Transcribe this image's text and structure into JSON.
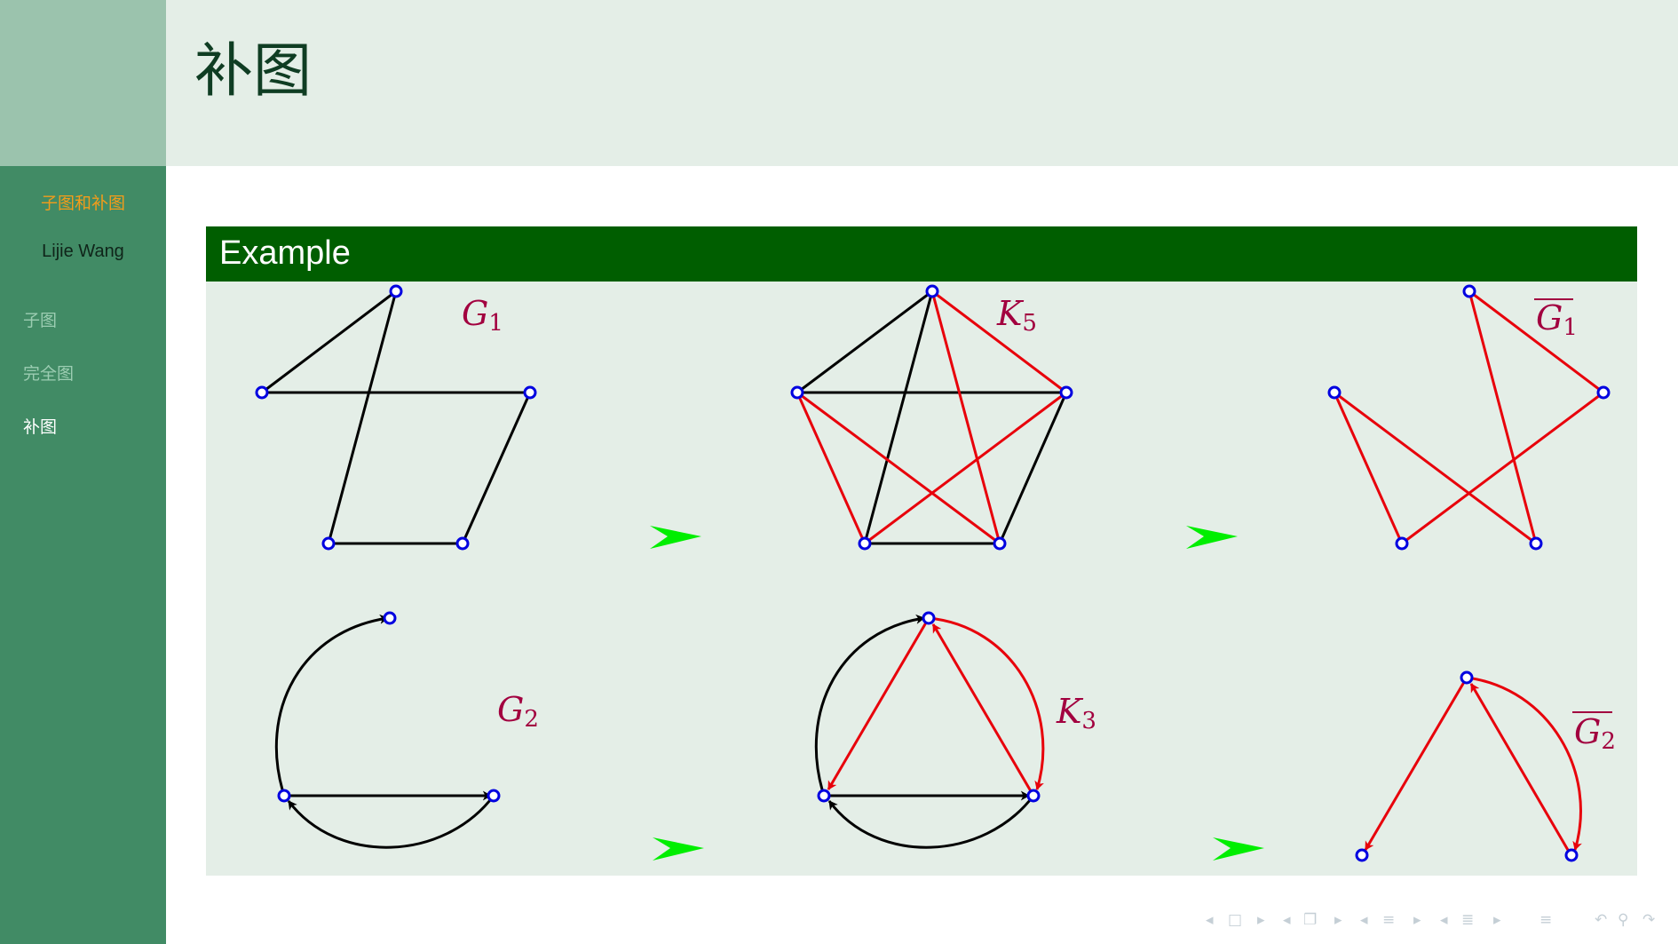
{
  "frame": {
    "title": "补图"
  },
  "sidebar": {
    "short_title": "子图和补图",
    "author": "Lijie Wang",
    "nav": [
      {
        "label": "子图",
        "active": false
      },
      {
        "label": "完全图",
        "active": false
      },
      {
        "label": "补图",
        "active": true
      }
    ]
  },
  "block": {
    "title": "Example"
  },
  "labels": {
    "g1": "G",
    "g1_sub": "1",
    "k5": "K",
    "k5_sub": "5",
    "g1c": "G",
    "g1c_sub": "1",
    "g2": "G",
    "g2_sub": "2",
    "k3": "K",
    "k3_sub": "3",
    "g2c": "G",
    "g2c_sub": "2"
  },
  "colors": {
    "black_edge": "#000000",
    "red_edge": "#e8000b",
    "vertex": "#0000e0",
    "arrow": "#00ee00",
    "label": "#a2003f",
    "block_header": "#005e00",
    "block_body": "#e4eee7",
    "sidebar": "#418b65"
  },
  "beamer_nav_icons": [
    "left-arrow",
    "frame-icon",
    "right-arrow",
    "left-arrow",
    "subsection-icon",
    "right-arrow",
    "left-arrow",
    "section-icon",
    "right-arrow",
    "left-arrow",
    "document-icon",
    "right-arrow",
    "toc-icon",
    "undo-icon",
    "search-icon",
    "redo-icon"
  ]
}
